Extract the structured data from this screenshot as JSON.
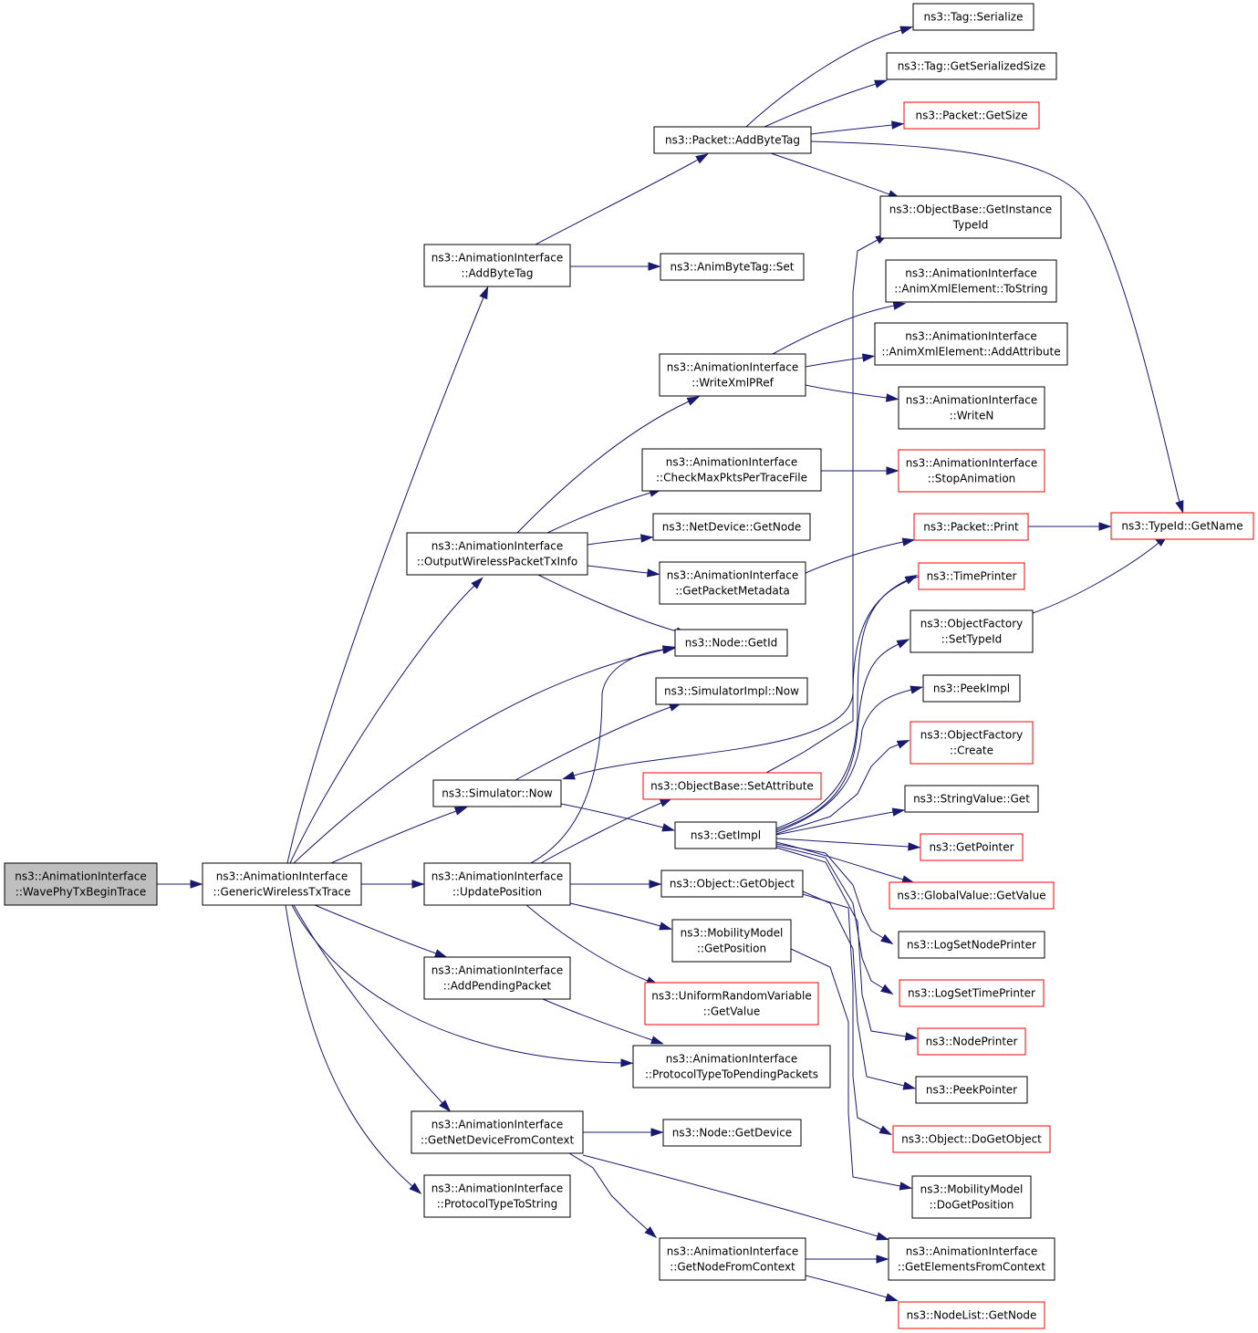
{
  "diagram": {
    "type": "call-graph",
    "colors": {
      "edge": "#191970",
      "border_normal": "#000000",
      "border_truncated": "#ff0000",
      "root_fill": "#bfbfbf",
      "node_fill": "#ffffff"
    },
    "nodes": [
      {
        "id": "wave",
        "lines": [
          "ns3::AnimationInterface",
          "::WavePhyTxBeginTrace"
        ],
        "style": "root"
      },
      {
        "id": "gwtx",
        "lines": [
          "ns3::AnimationInterface",
          "::GenericWirelessTxTrace"
        ],
        "style": "normal"
      },
      {
        "id": "addbytetag_ai",
        "lines": [
          "ns3::AnimationInterface",
          "::AddByteTag"
        ],
        "style": "normal"
      },
      {
        "id": "outwptx",
        "lines": [
          "ns3::AnimationInterface",
          "::OutputWirelessPacketTxInfo"
        ],
        "style": "normal"
      },
      {
        "id": "simnow",
        "lines": [
          "ns3::Simulator::Now"
        ],
        "style": "normal"
      },
      {
        "id": "updpos",
        "lines": [
          "ns3::AnimationInterface",
          "::UpdatePosition"
        ],
        "style": "normal"
      },
      {
        "id": "addpend",
        "lines": [
          "ns3::AnimationInterface",
          "::AddPendingPacket"
        ],
        "style": "normal"
      },
      {
        "id": "getnetdev",
        "lines": [
          "ns3::AnimationInterface",
          "::GetNetDeviceFromContext"
        ],
        "style": "normal"
      },
      {
        "id": "prototostr",
        "lines": [
          "ns3::AnimationInterface",
          "::ProtocolTypeToString"
        ],
        "style": "normal"
      },
      {
        "id": "pkt_addbytetag",
        "lines": [
          "ns3::Packet::AddByteTag"
        ],
        "style": "normal"
      },
      {
        "id": "animbytetag_set",
        "lines": [
          "ns3::AnimByteTag::Set"
        ],
        "style": "normal"
      },
      {
        "id": "writexmlpref",
        "lines": [
          "ns3::AnimationInterface",
          "::WriteXmlPRef"
        ],
        "style": "normal"
      },
      {
        "id": "checkmax",
        "lines": [
          "ns3::AnimationInterface",
          "::CheckMaxPktsPerTraceFile"
        ],
        "style": "normal"
      },
      {
        "id": "netdev_getnode",
        "lines": [
          "ns3::NetDevice::GetNode"
        ],
        "style": "normal"
      },
      {
        "id": "getpktmeta",
        "lines": [
          "ns3::AnimationInterface",
          "::GetPacketMetadata"
        ],
        "style": "normal"
      },
      {
        "id": "node_getid",
        "lines": [
          "ns3::Node::GetId"
        ],
        "style": "normal"
      },
      {
        "id": "simimpl_now",
        "lines": [
          "ns3::SimulatorImpl::Now"
        ],
        "style": "normal"
      },
      {
        "id": "objbase_setattr",
        "lines": [
          "ns3::ObjectBase::SetAttribute"
        ],
        "style": "truncated"
      },
      {
        "id": "getimpl",
        "lines": [
          "ns3::GetImpl"
        ],
        "style": "normal"
      },
      {
        "id": "obj_getobject",
        "lines": [
          "ns3::Object::GetObject"
        ],
        "style": "normal"
      },
      {
        "id": "mob_getpos",
        "lines": [
          "ns3::MobilityModel",
          "::GetPosition"
        ],
        "style": "normal"
      },
      {
        "id": "urv_getvalue",
        "lines": [
          "ns3::UniformRandomVariable",
          "::GetValue"
        ],
        "style": "truncated"
      },
      {
        "id": "prototopend",
        "lines": [
          "ns3::AnimationInterface",
          "::ProtocolTypeToPendingPackets"
        ],
        "style": "normal"
      },
      {
        "id": "node_getdevice",
        "lines": [
          "ns3::Node::GetDevice"
        ],
        "style": "normal"
      },
      {
        "id": "getnodectx",
        "lines": [
          "ns3::AnimationInterface",
          "::GetNodeFromContext"
        ],
        "style": "normal"
      },
      {
        "id": "tag_serialize",
        "lines": [
          "ns3::Tag::Serialize"
        ],
        "style": "normal"
      },
      {
        "id": "tag_getsersize",
        "lines": [
          "ns3::Tag::GetSerializedSize"
        ],
        "style": "normal"
      },
      {
        "id": "pkt_getsize",
        "lines": [
          "ns3::Packet::GetSize"
        ],
        "style": "truncated"
      },
      {
        "id": "objbase_getinst",
        "lines": [
          "ns3::ObjectBase::GetInstance",
          "TypeId"
        ],
        "style": "normal"
      },
      {
        "id": "xml_tostring",
        "lines": [
          "ns3::AnimationInterface",
          "::AnimXmlElement::ToString"
        ],
        "style": "normal"
      },
      {
        "id": "xml_addattr",
        "lines": [
          "ns3::AnimationInterface",
          "::AnimXmlElement::AddAttribute"
        ],
        "style": "normal"
      },
      {
        "id": "writen",
        "lines": [
          "ns3::AnimationInterface",
          "::WriteN"
        ],
        "style": "normal"
      },
      {
        "id": "stopanim",
        "lines": [
          "ns3::AnimationInterface",
          "::StopAnimation"
        ],
        "style": "truncated"
      },
      {
        "id": "pkt_print",
        "lines": [
          "ns3::Packet::Print"
        ],
        "style": "truncated"
      },
      {
        "id": "typeid_getname",
        "lines": [
          "ns3::TypeId::GetName"
        ],
        "style": "truncated"
      },
      {
        "id": "timeprinter",
        "lines": [
          "ns3::TimePrinter"
        ],
        "style": "truncated"
      },
      {
        "id": "objfact_settypeid",
        "lines": [
          "ns3::ObjectFactory",
          "::SetTypeId"
        ],
        "style": "normal"
      },
      {
        "id": "peekimpl",
        "lines": [
          "ns3::PeekImpl"
        ],
        "style": "normal"
      },
      {
        "id": "objfact_create",
        "lines": [
          "ns3::ObjectFactory",
          "::Create"
        ],
        "style": "truncated"
      },
      {
        "id": "strval_get",
        "lines": [
          "ns3::StringValue::Get"
        ],
        "style": "normal"
      },
      {
        "id": "getpointer",
        "lines": [
          "ns3::GetPointer"
        ],
        "style": "truncated"
      },
      {
        "id": "globval_getvalue",
        "lines": [
          "ns3::GlobalValue::GetValue"
        ],
        "style": "truncated"
      },
      {
        "id": "logsetnodeprinter",
        "lines": [
          "ns3::LogSetNodePrinter"
        ],
        "style": "normal"
      },
      {
        "id": "logsettimeprinter",
        "lines": [
          "ns3::LogSetTimePrinter"
        ],
        "style": "truncated"
      },
      {
        "id": "nodeprinter",
        "lines": [
          "ns3::NodePrinter"
        ],
        "style": "truncated"
      },
      {
        "id": "peekpointer",
        "lines": [
          "ns3::PeekPointer"
        ],
        "style": "normal"
      },
      {
        "id": "obj_dogetobject",
        "lines": [
          "ns3::Object::DoGetObject"
        ],
        "style": "truncated"
      },
      {
        "id": "mob_dogetpos",
        "lines": [
          "ns3::MobilityModel",
          "::DoGetPosition"
        ],
        "style": "normal"
      },
      {
        "id": "getelemctx",
        "lines": [
          "ns3::AnimationInterface",
          "::GetElementsFromContext"
        ],
        "style": "normal"
      },
      {
        "id": "nodelist_getnode",
        "lines": [
          "ns3::NodeList::GetNode"
        ],
        "style": "truncated"
      }
    ],
    "edges": [
      [
        "wave",
        "gwtx"
      ],
      [
        "gwtx",
        "addbytetag_ai"
      ],
      [
        "gwtx",
        "outwptx"
      ],
      [
        "gwtx",
        "node_getid"
      ],
      [
        "gwtx",
        "simnow"
      ],
      [
        "gwtx",
        "updpos"
      ],
      [
        "gwtx",
        "addpend"
      ],
      [
        "gwtx",
        "prototopend"
      ],
      [
        "gwtx",
        "getnetdev"
      ],
      [
        "gwtx",
        "prototostr"
      ],
      [
        "addbytetag_ai",
        "pkt_addbytetag"
      ],
      [
        "addbytetag_ai",
        "animbytetag_set"
      ],
      [
        "pkt_addbytetag",
        "tag_serialize"
      ],
      [
        "pkt_addbytetag",
        "tag_getsersize"
      ],
      [
        "pkt_addbytetag",
        "pkt_getsize"
      ],
      [
        "pkt_addbytetag",
        "objbase_getinst"
      ],
      [
        "pkt_addbytetag",
        "typeid_getname"
      ],
      [
        "outwptx",
        "writexmlpref"
      ],
      [
        "outwptx",
        "checkmax"
      ],
      [
        "outwptx",
        "netdev_getnode"
      ],
      [
        "outwptx",
        "getpktmeta"
      ],
      [
        "outwptx",
        "node_getid"
      ],
      [
        "writexmlpref",
        "xml_tostring"
      ],
      [
        "writexmlpref",
        "xml_addattr"
      ],
      [
        "writexmlpref",
        "writen"
      ],
      [
        "checkmax",
        "stopanim"
      ],
      [
        "getpktmeta",
        "pkt_print"
      ],
      [
        "pkt_print",
        "typeid_getname"
      ],
      [
        "objfact_settypeid",
        "typeid_getname"
      ],
      [
        "simnow",
        "simimpl_now"
      ],
      [
        "simnow",
        "getimpl"
      ],
      [
        "timeprinter",
        "simnow"
      ],
      [
        "updpos",
        "node_getid"
      ],
      [
        "updpos",
        "objbase_setattr"
      ],
      [
        "updpos",
        "obj_getobject"
      ],
      [
        "updpos",
        "mob_getpos"
      ],
      [
        "updpos",
        "urv_getvalue"
      ],
      [
        "objbase_setattr",
        "objbase_getinst"
      ],
      [
        "getimpl",
        "timeprinter"
      ],
      [
        "getimpl",
        "objfact_settypeid"
      ],
      [
        "getimpl",
        "peekimpl"
      ],
      [
        "getimpl",
        "objfact_create"
      ],
      [
        "getimpl",
        "strval_get"
      ],
      [
        "getimpl",
        "getpointer"
      ],
      [
        "getimpl",
        "globval_getvalue"
      ],
      [
        "getimpl",
        "logsetnodeprinter"
      ],
      [
        "getimpl",
        "logsettimeprinter"
      ],
      [
        "getimpl",
        "nodeprinter"
      ],
      [
        "obj_getobject",
        "peekpointer"
      ],
      [
        "obj_getobject",
        "obj_dogetobject"
      ],
      [
        "mob_getpos",
        "mob_dogetpos"
      ],
      [
        "addpend",
        "prototopend"
      ],
      [
        "getnetdev",
        "node_getdevice"
      ],
      [
        "getnetdev",
        "getnodectx"
      ],
      [
        "getnetdev",
        "getelemctx"
      ],
      [
        "getnodectx",
        "getelemctx"
      ],
      [
        "getnodectx",
        "nodelist_getnode"
      ]
    ]
  }
}
